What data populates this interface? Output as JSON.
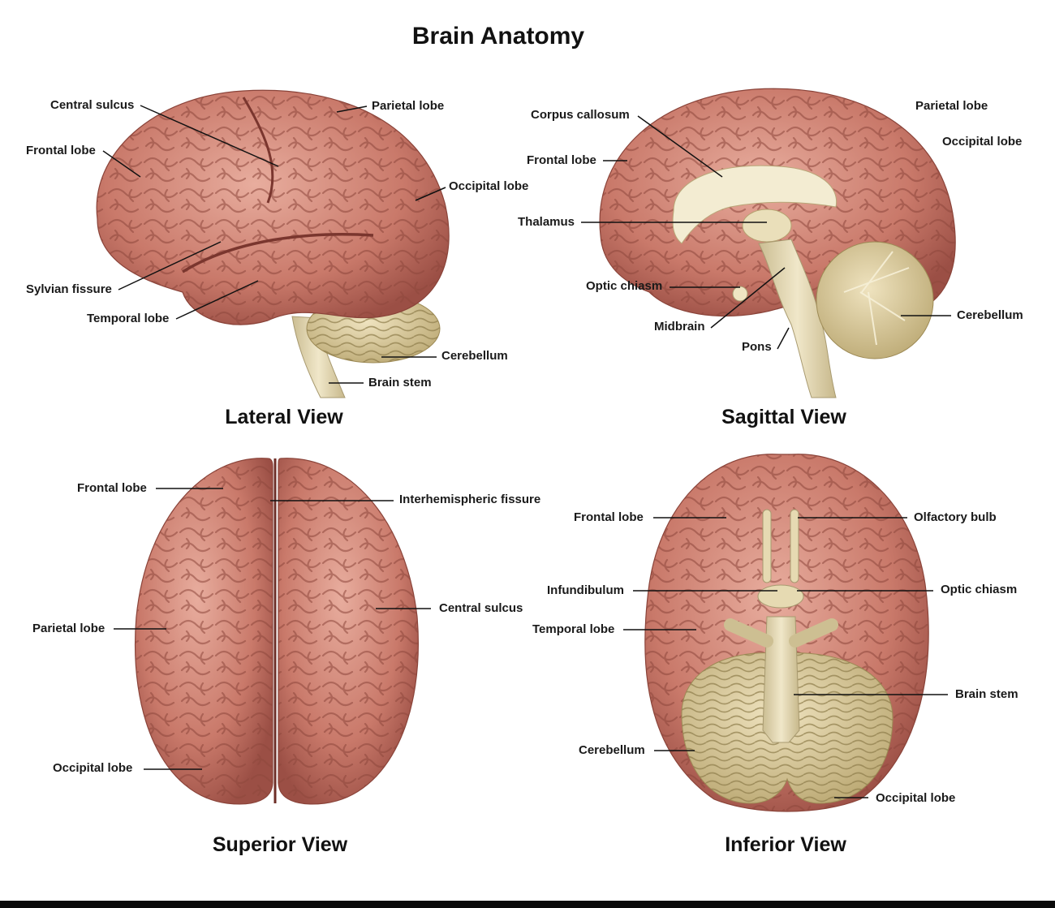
{
  "title": "Brain Anatomy",
  "views": {
    "lateral": {
      "title": "Lateral View",
      "labels": {
        "central_sulcus": "Central sulcus",
        "parietal_lobe": "Parietal lobe",
        "frontal_lobe": "Frontal lobe",
        "occipital_lobe": "Occipital lobe",
        "sylvian_fissure": "Sylvian fissure",
        "temporal_lobe": "Temporal lobe",
        "cerebellum": "Cerebellum",
        "brain_stem": "Brain stem"
      }
    },
    "sagittal": {
      "title": "Sagittal View",
      "labels": {
        "corpus_callosum": "Corpus callosum",
        "parietal_lobe": "Parietal lobe",
        "occipital_lobe": "Occipital lobe",
        "frontal_lobe": "Frontal lobe",
        "thalamus": "Thalamus",
        "optic_chiasm": "Optic chiasm",
        "midbrain": "Midbrain",
        "pons": "Pons",
        "cerebellum": "Cerebellum"
      }
    },
    "superior": {
      "title": "Superior View",
      "labels": {
        "frontal_lobe": "Frontal lobe",
        "interhemispheric_fissure": "Interhemispheric fissure",
        "central_sulcus": "Central sulcus",
        "parietal_lobe": "Parietal lobe",
        "occipital_lobe": "Occipital lobe"
      }
    },
    "inferior": {
      "title": "Inferior View",
      "labels": {
        "frontal_lobe": "Frontal lobe",
        "olfactory_bulb": "Olfactory bulb",
        "infundibulum": "Infundibulum",
        "optic_chiasm": "Optic chiasm",
        "temporal_lobe": "Temporal lobe",
        "brain_stem": "Brain stem",
        "cerebellum": "Cerebellum",
        "occipital_lobe": "Occipital lobe"
      }
    }
  },
  "colors": {
    "cortex": "#c9796a",
    "cortex_light": "#e3a596",
    "cortex_dark": "#9b4f45",
    "cerebellum": "#d8c79a",
    "stem": "#e8dcb8",
    "white_matter": "#f1ead0"
  }
}
